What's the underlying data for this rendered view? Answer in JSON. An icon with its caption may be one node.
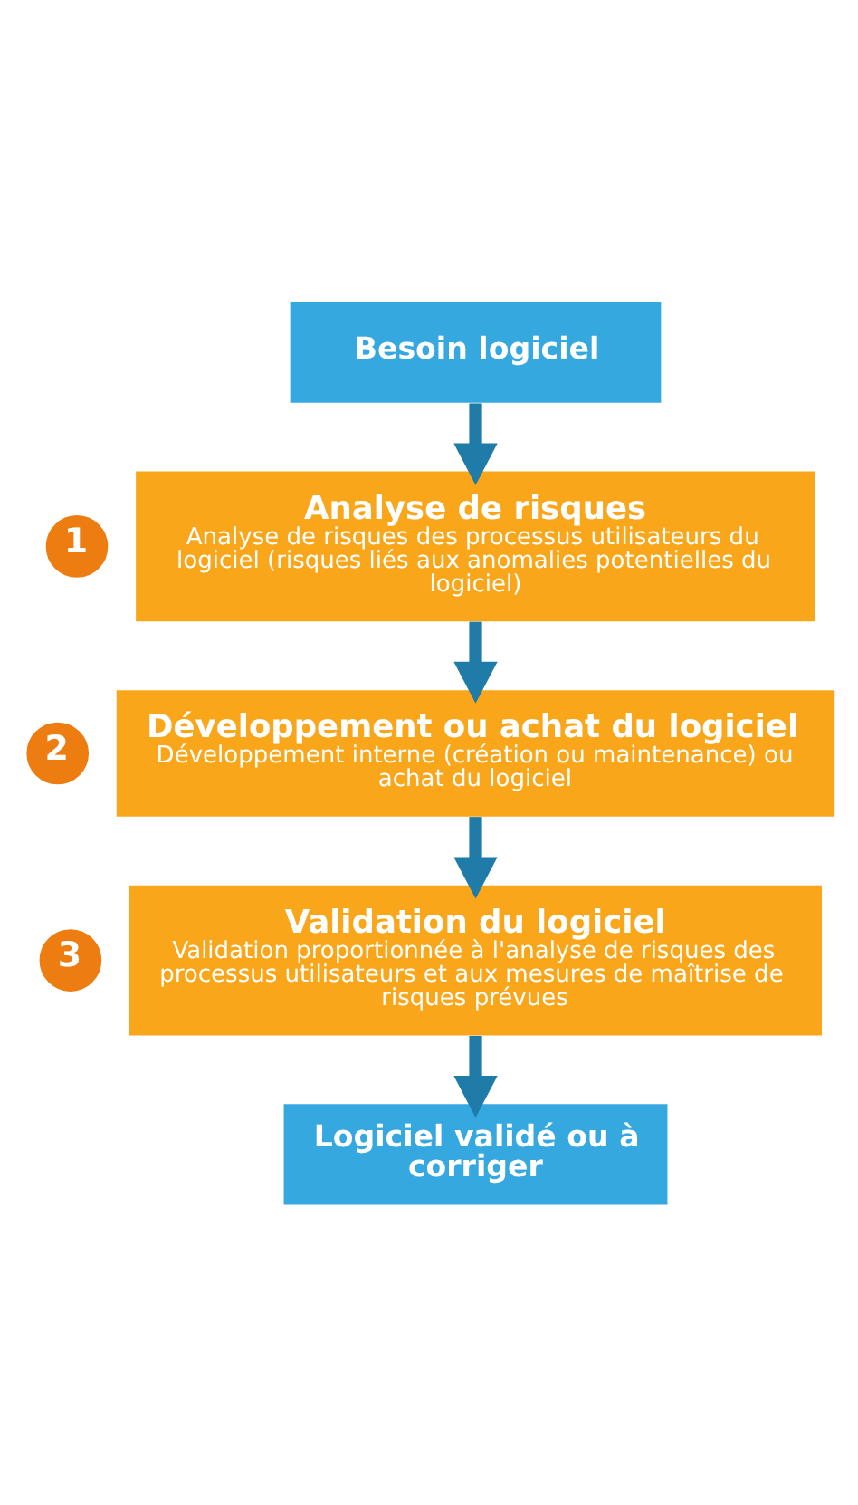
{
  "diagram": {
    "nodes": [
      {
        "text": [
          "Besoin logiciel"
        ]
      },
      {
        "text": [
          "1"
        ]
      },
      {
        "text": [
          "Analyse de risques",
          "Analyse de risques des processus utilisateurs du logiciel (risques liés aux anomalies potentielles du logiciel)"
        ]
      },
      {
        "text": [
          "2"
        ]
      },
      {
        "text": [
          "Développement ou achat du logiciel",
          "Développement interne (création ou maintenance) ou achat du logiciel"
        ]
      },
      {
        "text": [
          "3"
        ]
      },
      {
        "text": [
          "Validation du logiciel",
          "Validation proportionnée à l'analyse de risques des processus utilisateurs et aux mesures de maîtrise de risques prévues"
        ]
      },
      {
        "text": [
          "Logiciel validé ou à corriger"
        ]
      }
    ],
    "edges": [
      {
        "from": 0,
        "to": 2,
        "arrow": "to"
      },
      {
        "from": 2,
        "to": 4,
        "arrow": "to"
      },
      {
        "from": 4,
        "to": 6,
        "arrow": "to"
      },
      {
        "from": 6,
        "to": 7,
        "arrow": "to"
      }
    ]
  }
}
